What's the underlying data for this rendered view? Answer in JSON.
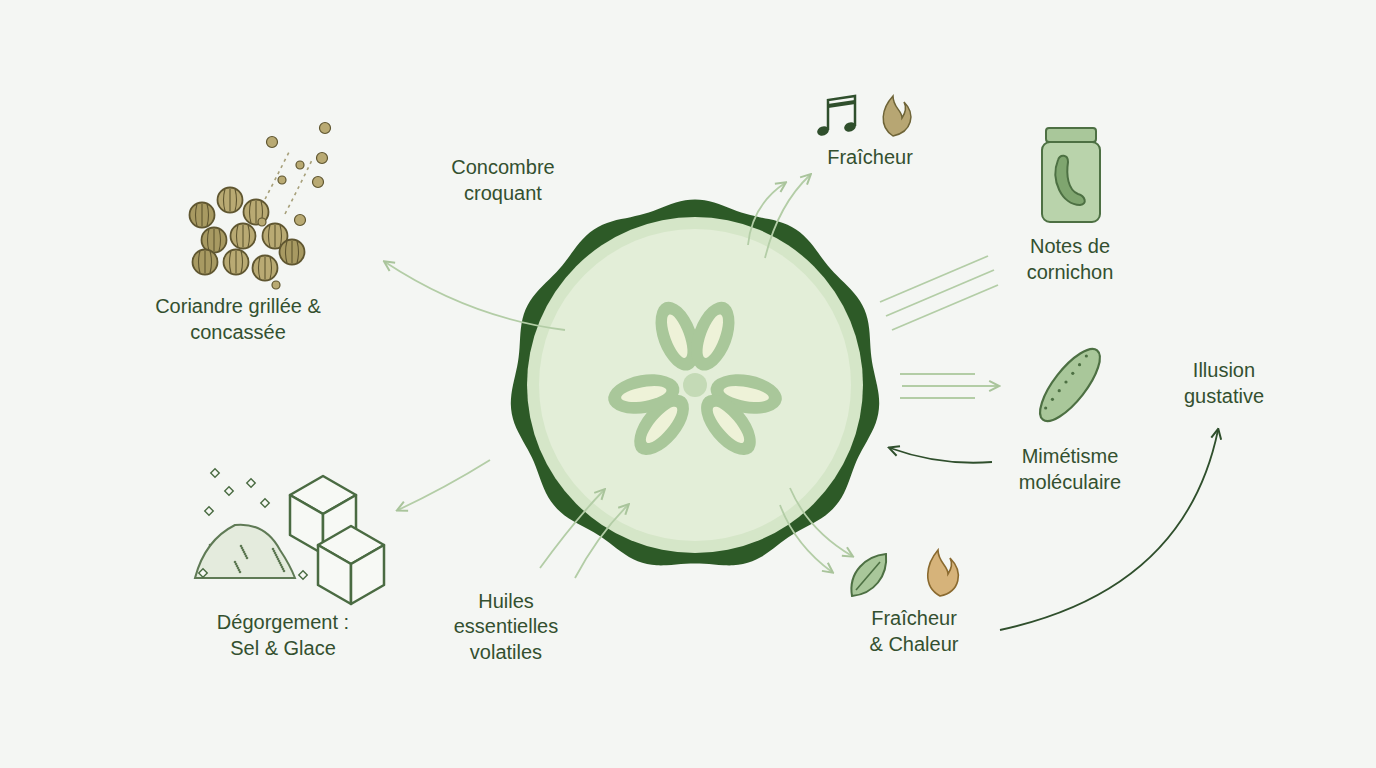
{
  "diagram": {
    "labels": [
      "Concombre croquant",
      "Fraîcheur",
      "Notes de cornichon",
      "Coriandre grillée & concassée",
      "Illusion gustative",
      "Mimétisme moléculaire",
      "Dégorgement : Sel & Glace",
      "Huiles essentielles volatiles",
      "Fraîcheur & Chaleur"
    ]
  }
}
